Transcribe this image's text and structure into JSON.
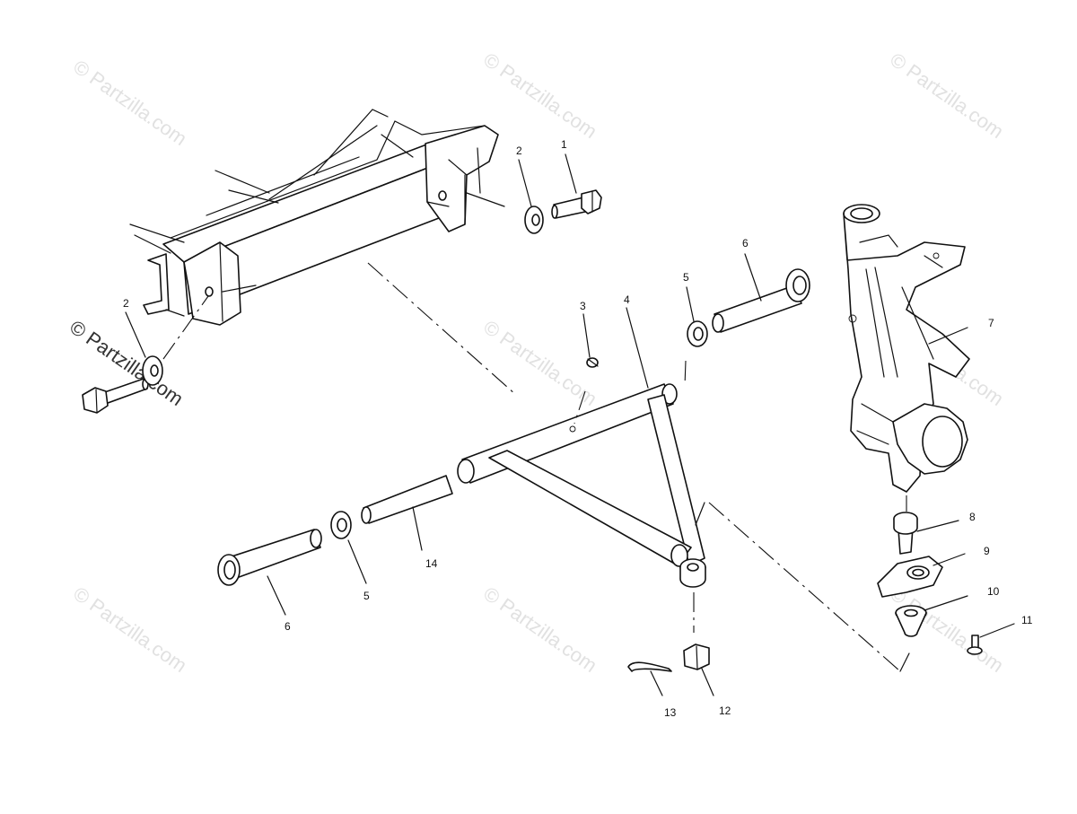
{
  "diagram": {
    "watermark_text": "© Partzilla.com",
    "colors": {
      "line": "#111111",
      "watermark": "#c8c8c8",
      "background": "#ffffff"
    },
    "callouts": {
      "c1": "1",
      "c2a": "2",
      "c2b": "2",
      "c3": "3",
      "c4": "4",
      "c5a": "5",
      "c5b": "5",
      "c6a": "6",
      "c6b": "6",
      "c7": "7",
      "c8": "8",
      "c9": "9",
      "c10": "10",
      "c11": "11",
      "c12": "12",
      "c13": "13",
      "c14": "14"
    }
  }
}
